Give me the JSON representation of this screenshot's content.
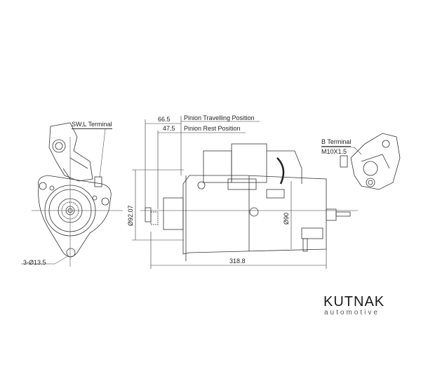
{
  "labels": {
    "sw_terminal": "SW,L Terminal",
    "b_terminal": "B Terminal",
    "b_thread": "M10X1.5",
    "holes": "3-Ø13.5",
    "dim_travel_value": "66.5",
    "dim_travel_label": "Pinion Travelling Position",
    "dim_rest_value": "47.5",
    "dim_rest_label": "Pinion Rest Position",
    "dim_flange_dia": "Ø92.07",
    "dim_body_dia": "Ø90",
    "dim_length": "318.8"
  },
  "logo": {
    "brand": "KUTNAK",
    "sub": "automotive",
    "accent": "#e03a2f"
  }
}
